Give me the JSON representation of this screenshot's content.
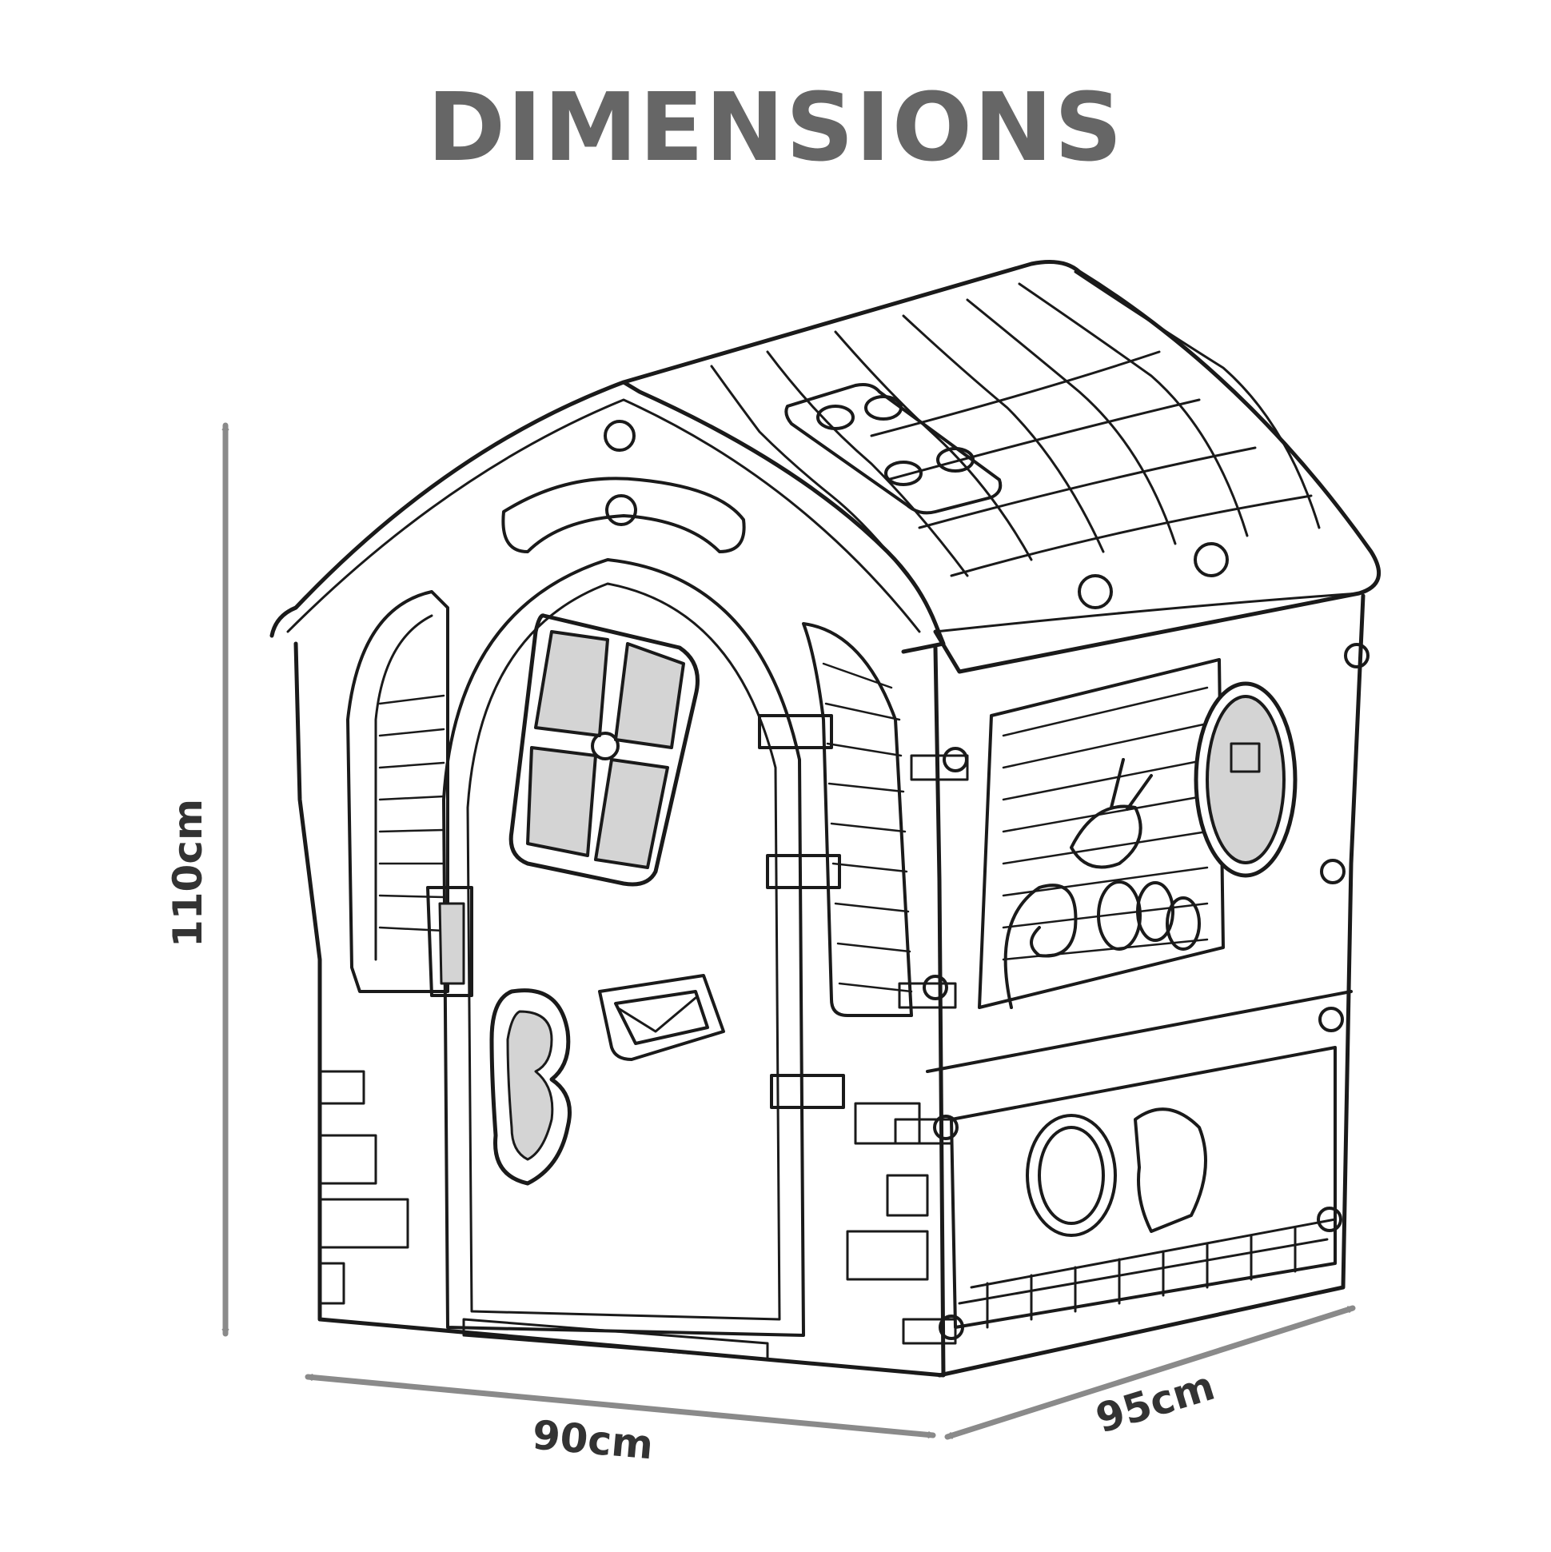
{
  "title": "DIMENSIONS",
  "dimensions": {
    "height": "110cm",
    "width": "90cm",
    "depth": "95cm"
  },
  "colors": {
    "title": "#666666",
    "arrow": "#8a8a8a",
    "label": "#333333",
    "outline": "#1a1a1a",
    "window_fill": "#d4d4d4"
  }
}
